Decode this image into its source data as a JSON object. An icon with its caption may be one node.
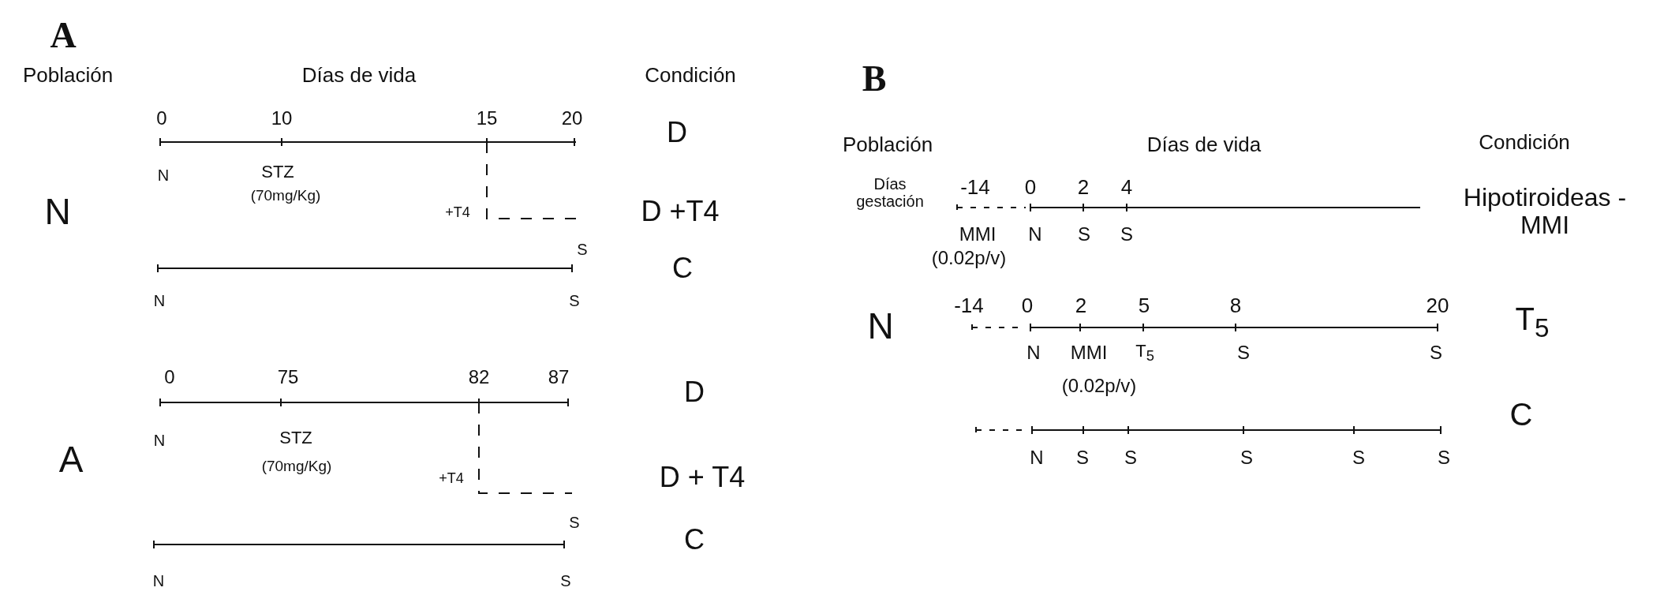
{
  "diagram": {
    "labels": [
      "A",
      "Población",
      "Días de vida",
      "Condición",
      "0",
      "10",
      "15",
      "20",
      "D",
      "N",
      "STZ",
      "(70mg/Kg)",
      "N",
      "+T4",
      "D +T4",
      "S",
      "C",
      "N",
      "S",
      "0",
      "75",
      "82",
      "87",
      "D",
      "N",
      "STZ",
      "(70mg/Kg)",
      "A",
      "+T4",
      "D + T4",
      "S",
      "C",
      "N",
      "S",
      "B",
      "Población",
      "Días de vida",
      "Condición",
      "Días gestación",
      "-14",
      "0",
      "2",
      "4",
      "Hipotiroideas - MMI",
      "MMI",
      "N",
      "S",
      "S",
      "(0.02p/v)",
      "-14",
      "0",
      "2",
      "5",
      "8",
      "20",
      "N",
      "T$_{5}$",
      "N",
      "MMI",
      "T$_{5}$",
      "S",
      "S",
      "(0.02p/v)",
      "C",
      "N",
      "S",
      "S",
      "S",
      "S",
      "S"
    ]
  }
}
